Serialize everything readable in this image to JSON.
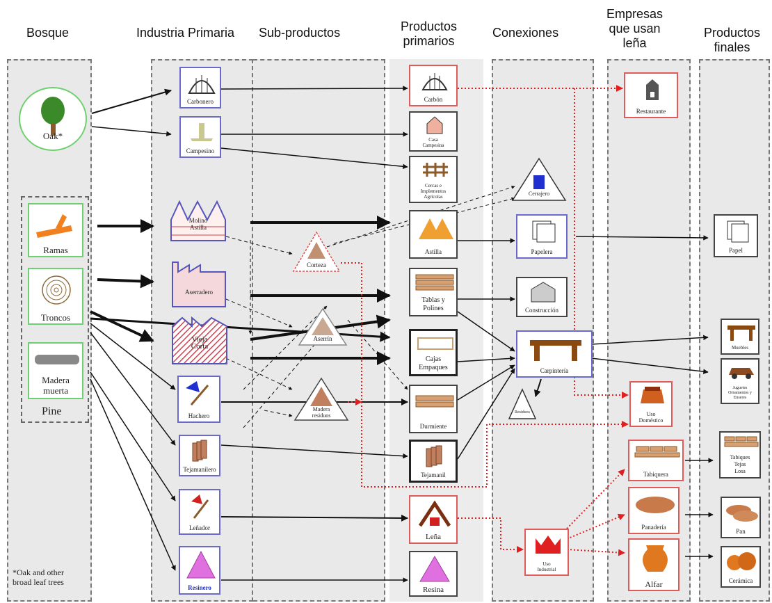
{
  "headers": {
    "bosque": "Bosque",
    "industria": "Industria Primaria",
    "subproductos": "Sub-productos",
    "productos_primarios": [
      "Productos",
      "primarios"
    ],
    "conexiones": "Conexiones",
    "empresas": [
      "Empresas",
      "que usan",
      "leña"
    ],
    "productos_finales": [
      "Productos",
      "finales"
    ]
  },
  "forest": {
    "oak": "Oak*",
    "ramas": "Ramas",
    "troncos": "Troncos",
    "madera_muerta": [
      "Madera",
      "muerta"
    ],
    "pine": "Pine",
    "footnote": [
      "*Oak and other",
      "broad leaf trees"
    ]
  },
  "industry": {
    "carbonero": "Carbonero",
    "campesino": "Campesino",
    "molino": [
      "Molino",
      "Astilla"
    ],
    "aserradero": "Aserradero",
    "vieja": [
      "Vieja",
      "Corta"
    ],
    "hachero": "Hachero",
    "tejamanilero": "Tejamanilero",
    "lenador": "Leñador",
    "resinero": "Resinero"
  },
  "subproducts": {
    "corteza": "Corteza",
    "aserrin": "Aserrín",
    "madera_residuos": [
      "Madera",
      "residuos"
    ]
  },
  "primary": {
    "carbon": "Carbón",
    "casa": [
      "Casa",
      "Campesina"
    ],
    "cercas": [
      "Cercas e",
      "Implementos",
      "Agrícolas"
    ],
    "astilla": "Astilla",
    "tablas": [
      "Tablas y",
      "Polines"
    ],
    "cajas": [
      "Cajas",
      "Empaques"
    ],
    "durmientes": "Durmiente",
    "tejamanil": "Tejamanil",
    "lena": "Leña",
    "resina": "Resina"
  },
  "connections": {
    "cerrajero": "Cerrajero",
    "papelera": "Papelera",
    "construccion": "Construcción",
    "carpinteria": "Carpintería",
    "residuos": "Residuos",
    "uso_industrial": [
      "Uso",
      "Industrial"
    ]
  },
  "firewood_users": {
    "restaurante": "Restaurante",
    "uso_domestico": [
      "Uso",
      "Doméstico"
    ],
    "tabiquera": "Tabiquera",
    "panaderia": "Panadería",
    "alfar": "Alfar"
  },
  "final": {
    "papel": "Papel",
    "muebles": "Muebles",
    "juguetes": [
      "Juguetes",
      "Ornamentos y",
      "Enseres"
    ],
    "tabiques": [
      "Tabiques",
      "Tejas",
      "Losa"
    ],
    "pan": "Pan",
    "ceramica": "Cerámica"
  },
  "colors": {
    "blue_border": "#6a6acc",
    "green_border": "#6ed06e",
    "red_border": "#e05a5a",
    "flow_arrow": "#111111",
    "firewood_arrow": "#e02020",
    "column_bg": "#e9e9e9"
  }
}
